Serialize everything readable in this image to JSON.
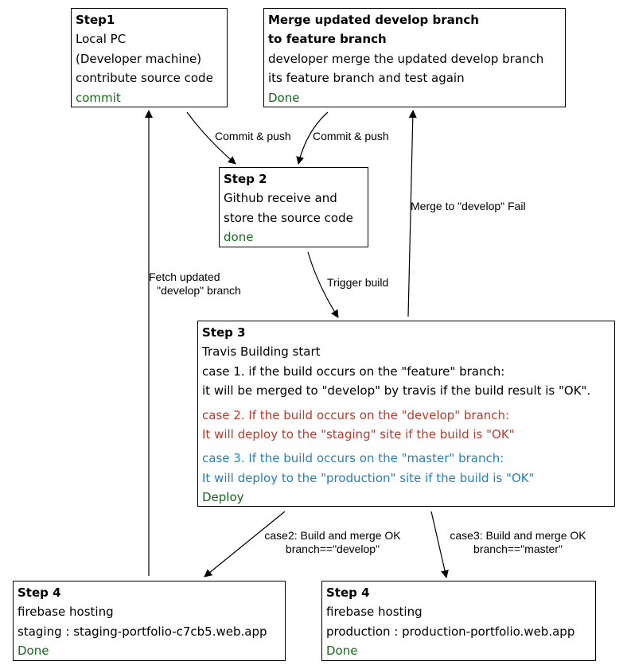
{
  "step1": {
    "title": "Step1",
    "lines": [
      "Local PC",
      "(Developer machine)",
      "contribute source code"
    ],
    "status": "commit"
  },
  "merge_box": {
    "title1": "Merge updated develop branch",
    "title2": "to feature branch",
    "lines": [
      "developer merge the updated develop branch",
      "its feature branch and test again"
    ],
    "status": "Done"
  },
  "step2": {
    "title": "Step 2",
    "lines": [
      "Github receive and",
      "store the source code"
    ],
    "status": "done"
  },
  "step3": {
    "title": "Step 3",
    "line1": "Travis Building start",
    "case1": [
      "case 1. if the build occurs on the \"feature\" branch:",
      "it will be merged to \"develop\" by travis if the build result is \"OK\"."
    ],
    "case2": [
      "case 2. If the build occurs on the \"develop\" branch:",
      "It will deploy to the \"staging\" site if the build is \"OK\""
    ],
    "case3": [
      "case 3. If the build occurs on the \"master\" branch:",
      "It will deploy to the \"production\" site if the build is \"OK\""
    ],
    "status": "Deploy"
  },
  "step4_staging": {
    "title": "Step 4",
    "line1": "firebase hosting",
    "line2": "staging : staging-portfolio-c7cb5.web.app",
    "status": "Done"
  },
  "step4_production": {
    "title": "Step 4",
    "line1": "firebase hosting",
    "line2": "production : production-portfolio.web.app",
    "status": "Done"
  },
  "edges": {
    "commit_push_1": "Commit & push",
    "commit_push_2": "Commit & push",
    "trigger_build": "Trigger build",
    "merge_fail": "Merge to \"develop\" Fail",
    "fetch_line1": "Fetch updated",
    "fetch_line2": "\"develop\" branch",
    "case2_line1": "case2: Build and merge OK",
    "case2_line2": "branch==\"develop\"",
    "case3_line1": "case3: Build and merge OK",
    "case3_line2": "branch==\"master\""
  },
  "colors": {
    "done_green": "#16691a",
    "case2_red": "#c0392b",
    "case3_blue": "#2980b9"
  }
}
